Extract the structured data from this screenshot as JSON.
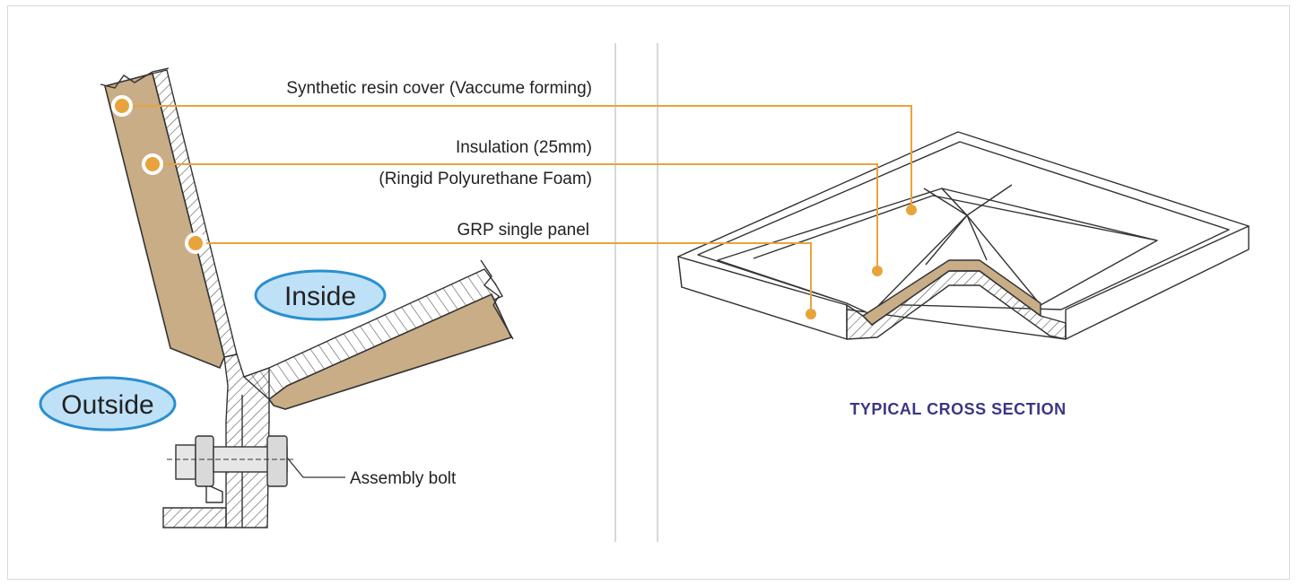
{
  "labels": {
    "resin_cover": "Synthetic resin cover (Vaccume forming)",
    "insulation_line1": "Insulation (25mm)",
    "insulation_line2": "(Ringid Polyurethane Foam)",
    "grp_panel": "GRP single panel",
    "inside": "Inside",
    "outside": "Outside",
    "assembly_bolt": "Assembly bolt",
    "caption": "TYPICAL CROSS SECTION"
  },
  "colors": {
    "leader": "#e8a33c",
    "foam": "#c8ad86",
    "pill_fill": "#bfe1f7",
    "pill_stroke": "#2a8fd0",
    "caption": "#3a3784",
    "line": "#333333"
  }
}
